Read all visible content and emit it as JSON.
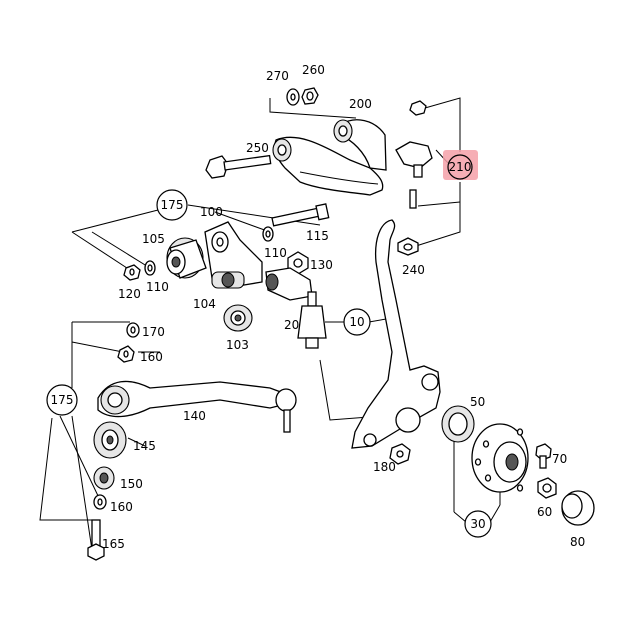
{
  "callouts": {
    "c10": "10",
    "c175a": "175",
    "c175b": "175",
    "c210": "210",
    "c30": "30"
  },
  "labels": {
    "l20": "20",
    "l50": "50",
    "l60": "60",
    "l70": "70",
    "l80": "80",
    "l100": "100",
    "l103": "103",
    "l104": "104",
    "l105": "105",
    "l110a": "110",
    "l110b": "110",
    "l115": "115",
    "l120": "120",
    "l130": "130",
    "l140": "140",
    "l145": "145",
    "l150": "150",
    "l160a": "160",
    "l160b": "160",
    "l165": "165",
    "l170": "170",
    "l180": "180",
    "l200": "200",
    "l240": "240",
    "l250": "250",
    "l260": "260",
    "l270": "270"
  },
  "colors": {
    "highlight": "#f4a0a8",
    "line": "#000000",
    "background": "#ffffff"
  }
}
